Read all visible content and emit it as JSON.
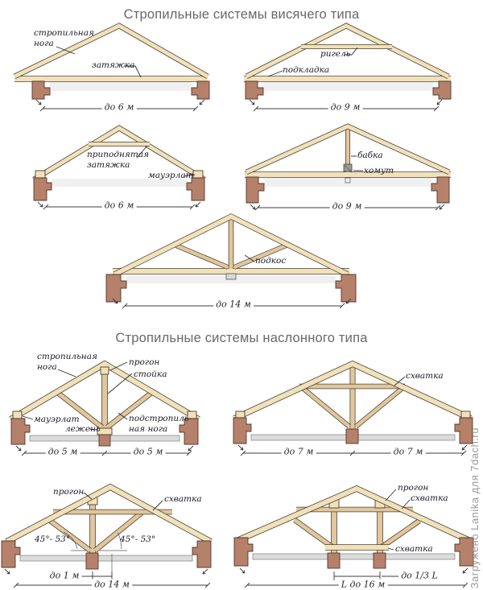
{
  "titles": {
    "hanging": "Стропильные системы висячего типа",
    "leaning": "Стропильные системы наслонного типа"
  },
  "watermark": "Загружено Lanika для 7dach.ru",
  "colors": {
    "wood_light": "#f1e1ba",
    "wood_mid": "#e2c69c",
    "wall_brown": "#b5816b",
    "slab_gray": "#dcdcdc",
    "outline": "#4a4136",
    "title_gray": "#68686d",
    "label_ink": "#1a1a26",
    "watermark_gray": "#9b9b9b"
  },
  "trusses": {
    "hanging_6m": {
      "labels": {
        "rafter": "стропильная\nнога",
        "tie": "затяжка"
      },
      "dim": "до 6 м"
    },
    "hanging_9m": {
      "labels": {
        "collar": "ригель",
        "pad": "подкладка"
      },
      "dim": "до 9 м"
    },
    "hanging_6m_raised": {
      "labels": {
        "raised_tie": "приподнятая\nзатяжка",
        "wall_plate": "мауэрлат"
      },
      "dim": "до 6 м"
    },
    "hanging_9m_babka": {
      "labels": {
        "king_post": "бабка",
        "clamp": "хомут"
      },
      "dim": "до 9 м"
    },
    "hanging_14m": {
      "labels": {
        "strut": "подкос"
      },
      "dim": "до 14 м"
    },
    "leaning_5_5": {
      "labels": {
        "rafter": "стропильная\nнога",
        "purlin": "прогон",
        "post": "стойка",
        "wall_plate": "мауэрлат",
        "sleeper": "лежень",
        "under_rafter": "подстропиль-\nная нога"
      },
      "dims": [
        "до 5 м",
        "до 5 м"
      ]
    },
    "leaning_7_7": {
      "labels": {
        "tie": "схватка"
      },
      "dims": [
        "до 7 м",
        "до 7 м"
      ]
    },
    "leaning_14": {
      "labels": {
        "purlin": "прогон",
        "tie": "схватка",
        "angle_left": "45°- 53°",
        "angle_right": "45°- 53°"
      },
      "dims": [
        "до 1 м",
        "до 14 м"
      ]
    },
    "leaning_16": {
      "labels": {
        "purlin": "прогон",
        "tie_upper": "схватка",
        "tie_lower": "схватка"
      },
      "dims": [
        "до 1/3 L",
        "L до 16 м"
      ]
    }
  }
}
